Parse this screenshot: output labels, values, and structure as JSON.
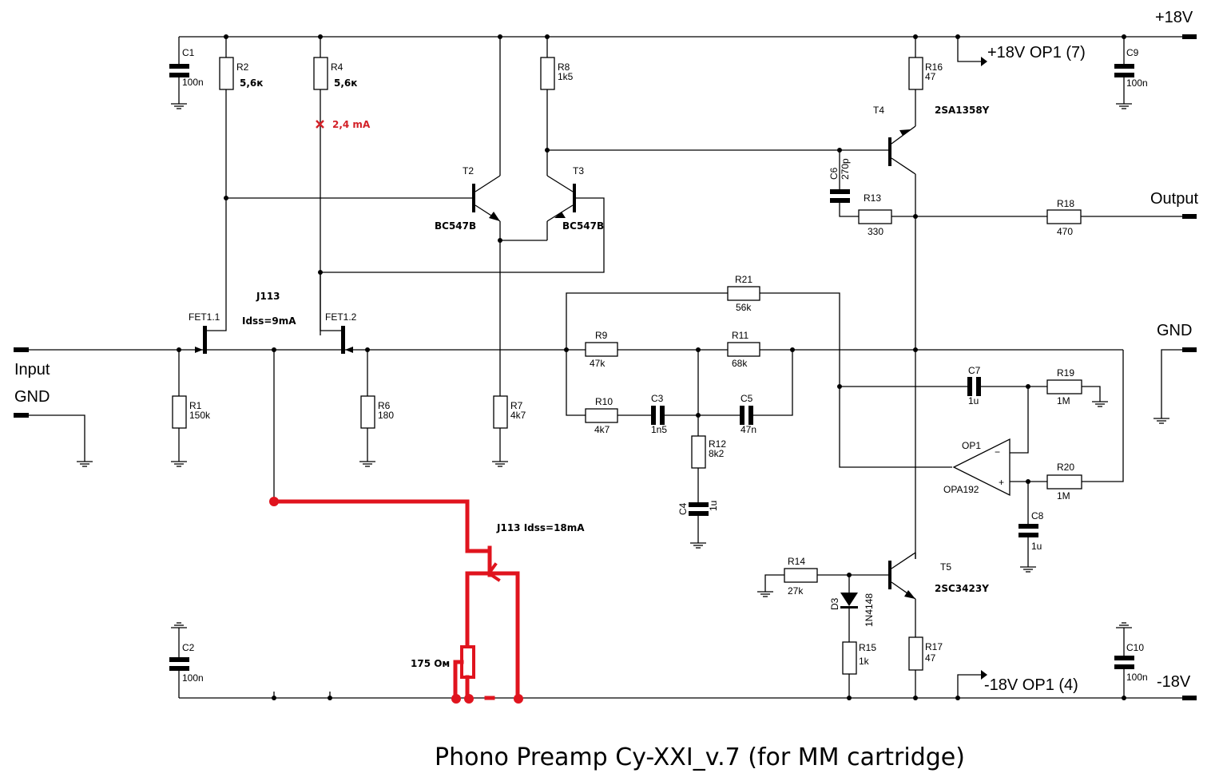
{
  "title": "Phono Preamp Cy-XXI_v.7 (for MM cartridge)",
  "rails": {
    "positive": "+18V",
    "negative": "-18V",
    "op_positive": "+18V OP1 (7)",
    "op_negative": "-18V OP1 (4)"
  },
  "ports": {
    "input": "Input",
    "input_gnd": "GND",
    "output": "Output",
    "output_gnd": "GND"
  },
  "components": {
    "C1": {
      "ref": "C1",
      "value": "100n"
    },
    "C2": {
      "ref": "C2",
      "value": "100n"
    },
    "C3": {
      "ref": "C3",
      "value": "1n5"
    },
    "C4": {
      "ref": "C4",
      "value": "1u"
    },
    "C5": {
      "ref": "C5",
      "value": "47n"
    },
    "C6": {
      "ref": "C6",
      "value": "270p"
    },
    "C7": {
      "ref": "C7",
      "value": "1u"
    },
    "C8": {
      "ref": "C8",
      "value": "1u"
    },
    "C9": {
      "ref": "C9",
      "value": "100n"
    },
    "C10": {
      "ref": "C10",
      "value": "100n"
    },
    "R1": {
      "ref": "R1",
      "value": "150k"
    },
    "R2": {
      "ref": "R2",
      "value": "5,6к"
    },
    "R4": {
      "ref": "R4",
      "value": "5,6к"
    },
    "R6": {
      "ref": "R6",
      "value": "180"
    },
    "R7": {
      "ref": "R7",
      "value": "4k7"
    },
    "R8": {
      "ref": "R8",
      "value": "1k5"
    },
    "R9": {
      "ref": "R9",
      "value": "47k"
    },
    "R10": {
      "ref": "R10",
      "value": "4k7"
    },
    "R11": {
      "ref": "R11",
      "value": "68k"
    },
    "R12": {
      "ref": "R12",
      "value": "8k2"
    },
    "R13": {
      "ref": "R13",
      "value": "330"
    },
    "R14": {
      "ref": "R14",
      "value": "27k"
    },
    "R15": {
      "ref": "R15",
      "value": "1k"
    },
    "R16": {
      "ref": "R16",
      "value": "47"
    },
    "R17": {
      "ref": "R17",
      "value": "47"
    },
    "R18": {
      "ref": "R18",
      "value": "470"
    },
    "R19": {
      "ref": "R19",
      "value": "1M"
    },
    "R20": {
      "ref": "R20",
      "value": "1M"
    },
    "R21": {
      "ref": "R21",
      "value": "56k"
    },
    "T2": {
      "ref": "T2",
      "value": "BC547B"
    },
    "T3": {
      "ref": "T3",
      "value": "BC547B"
    },
    "T4": {
      "ref": "T4",
      "value": "2SA1358Y"
    },
    "T5": {
      "ref": "T5",
      "value": "2SC3423Y"
    },
    "D3": {
      "ref": "D3",
      "value": "1N4148"
    },
    "FET1_1": {
      "ref": "FET1.1"
    },
    "FET1_2": {
      "ref": "FET1.2"
    },
    "FET_pair": {
      "type": "J113",
      "idss": "Idss=9mA"
    },
    "OP1": {
      "ref": "OP1",
      "value": "OPA192",
      "minus": "−",
      "plus": "+"
    }
  },
  "modification": {
    "note_current": "2,4 mA",
    "jfet_label": "J113  Idss=18mA",
    "resistor_label": "175 Ом",
    "color": "#e0141e"
  }
}
